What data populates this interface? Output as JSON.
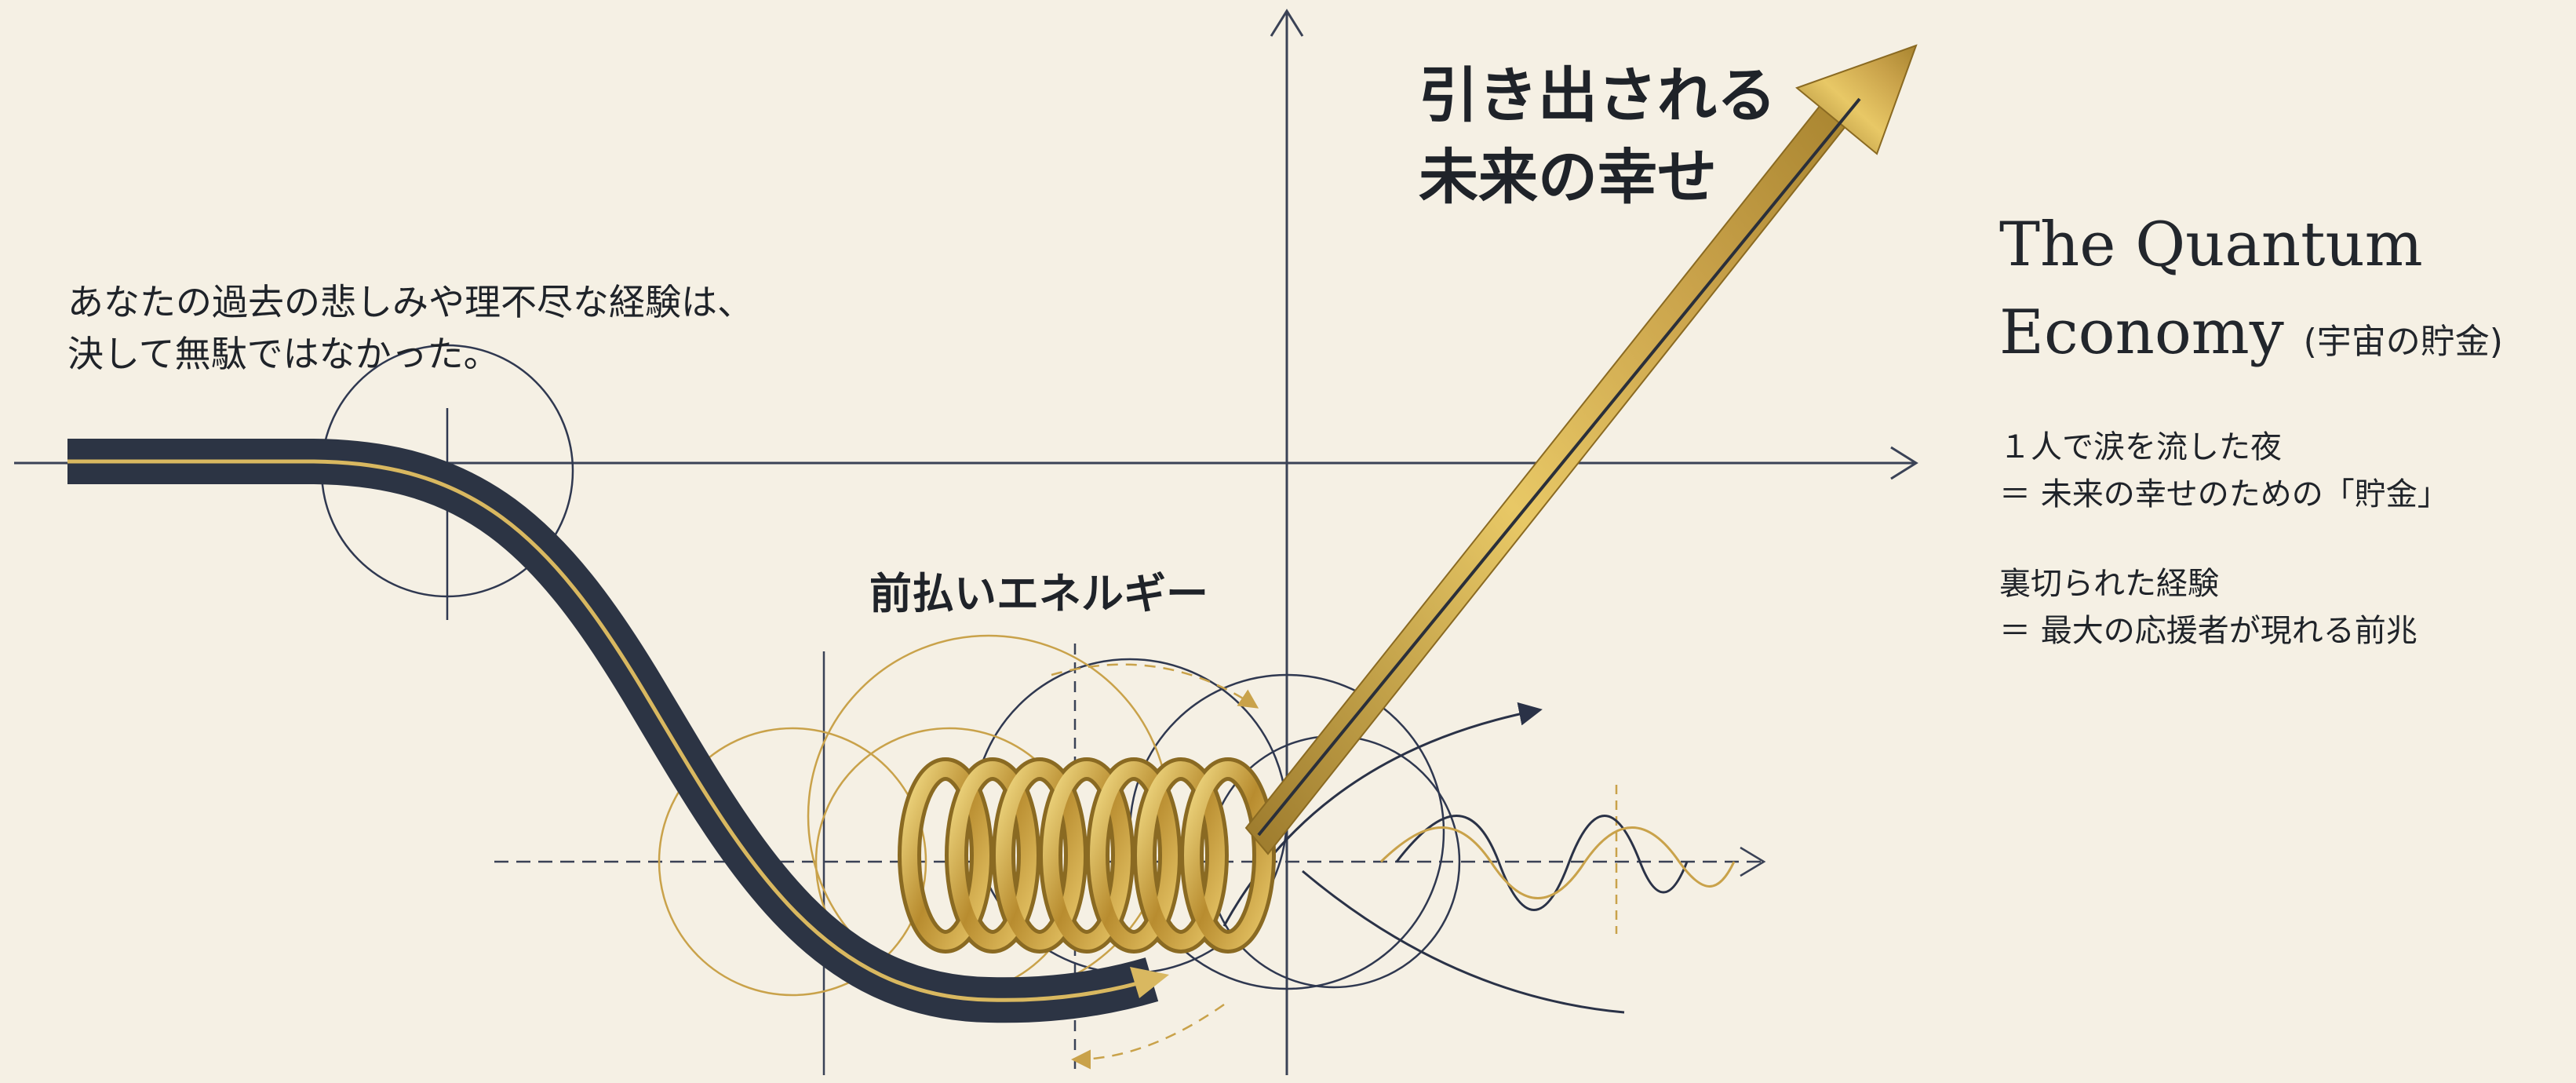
{
  "texts": {
    "intro_line1": "あなたの過去の悲しみや理不尽な経験は、",
    "intro_line2": "決して無駄ではなかった。",
    "future_line1": "引き出される",
    "future_line2": "未来の幸せ",
    "prepay_label": "前払いエネルギー",
    "title_line1": "The Quantum",
    "title_line2": "Economy",
    "title_paren": "(宇宙の貯金)",
    "note1_line1": "１人で涙を流した夜",
    "note1_line2": "＝ 未来の幸せのための「貯金」",
    "note2_line1": "裏切られた経験",
    "note2_line2": "＝ 最大の応援者が現れる前兆"
  },
  "colors": {
    "background": "#f5f0e4",
    "navy": "#2a3247",
    "gold": "#c9a24a",
    "gold_light": "#f0d77a",
    "gold_dark": "#8a6a22",
    "text": "#1f2329"
  },
  "icons": [
    "coil-spring",
    "rising-arrow",
    "falling-curve",
    "cartesian-axes"
  ]
}
